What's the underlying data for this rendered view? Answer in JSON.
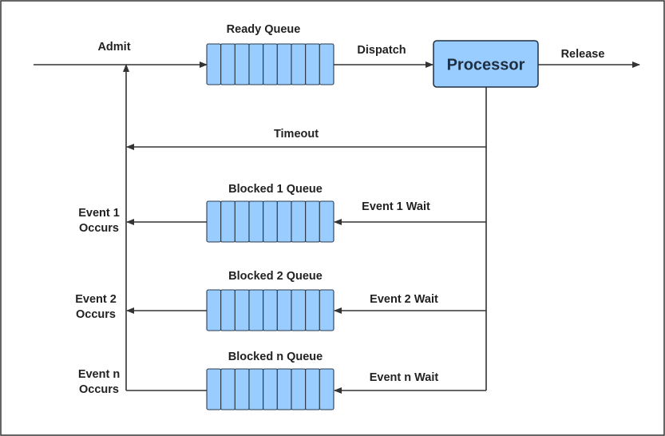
{
  "colors": {
    "cell_fill": "#99ccff",
    "cell_stroke": "#2b3a4a",
    "processor_fill": "#99ccff",
    "processor_stroke": "#1f2f40",
    "line": "#333333",
    "frame": "#333333"
  },
  "labels": {
    "admit": "Admit",
    "ready_queue": "Ready Queue",
    "dispatch": "Dispatch",
    "processor": "Processor",
    "release": "Release",
    "timeout": "Timeout",
    "blocked1_queue": "Blocked 1 Queue",
    "event1_wait": "Event 1 Wait",
    "event1_occurs_l1": "Event 1",
    "event1_occurs_l2": "Occurs",
    "blocked2_queue": "Blocked 2 Queue",
    "event2_wait": "Event 2 Wait",
    "event2_occurs_l1": "Event 2",
    "event2_occurs_l2": "Occurs",
    "blockedn_queue": "Blocked n Queue",
    "eventn_wait": "Event n Wait",
    "eventn_occurs_l1": "Event n",
    "eventn_occurs_l2": "Occurs"
  }
}
